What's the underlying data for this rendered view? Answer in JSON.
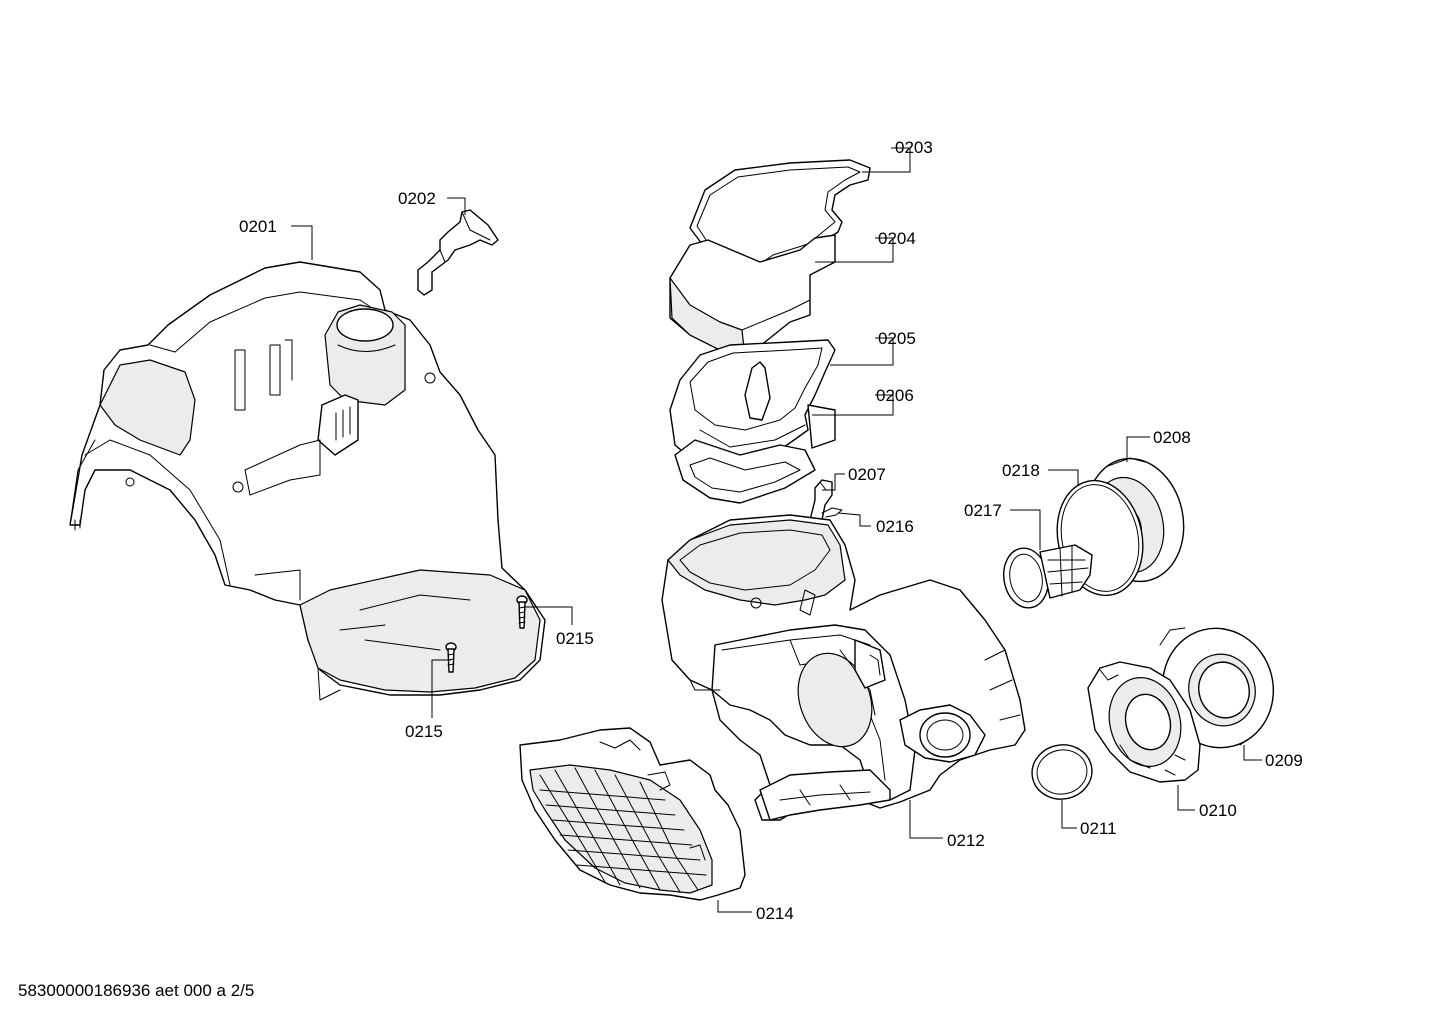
{
  "diagram": {
    "callouts": {
      "c0201": "0201",
      "c0202": "0202",
      "c0203": "0203",
      "c0204": "0204",
      "c0205": "0205",
      "c0206": "0206",
      "c0207": "0207",
      "c0216": "0216",
      "c0208": "0208",
      "c0218": "0218",
      "c0217": "0217",
      "c0215a": "0215",
      "c0215b": "0215",
      "c0209": "0209",
      "c0210": "0210",
      "c0211": "0211",
      "c0212": "0212",
      "c0214": "0214"
    }
  },
  "footer": {
    "doc_id": "58300000186936 aet 000 a 2/5"
  }
}
